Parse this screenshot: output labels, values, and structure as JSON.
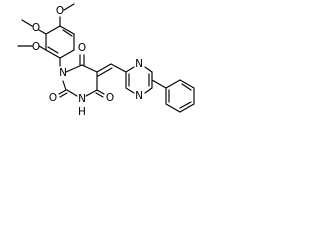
{
  "labels": {
    "o_methoxy_top": "O",
    "o_methoxy_mid": "O",
    "o_methoxy_low": "O",
    "o_carbonyl_top": "O",
    "o_carbonyl_c2": "O",
    "o_carbonyl_c4": "O",
    "n1": "N",
    "n3": "N",
    "h_n3": "H",
    "n_pyr_top": "N",
    "n_pyr_bottom": "N"
  }
}
